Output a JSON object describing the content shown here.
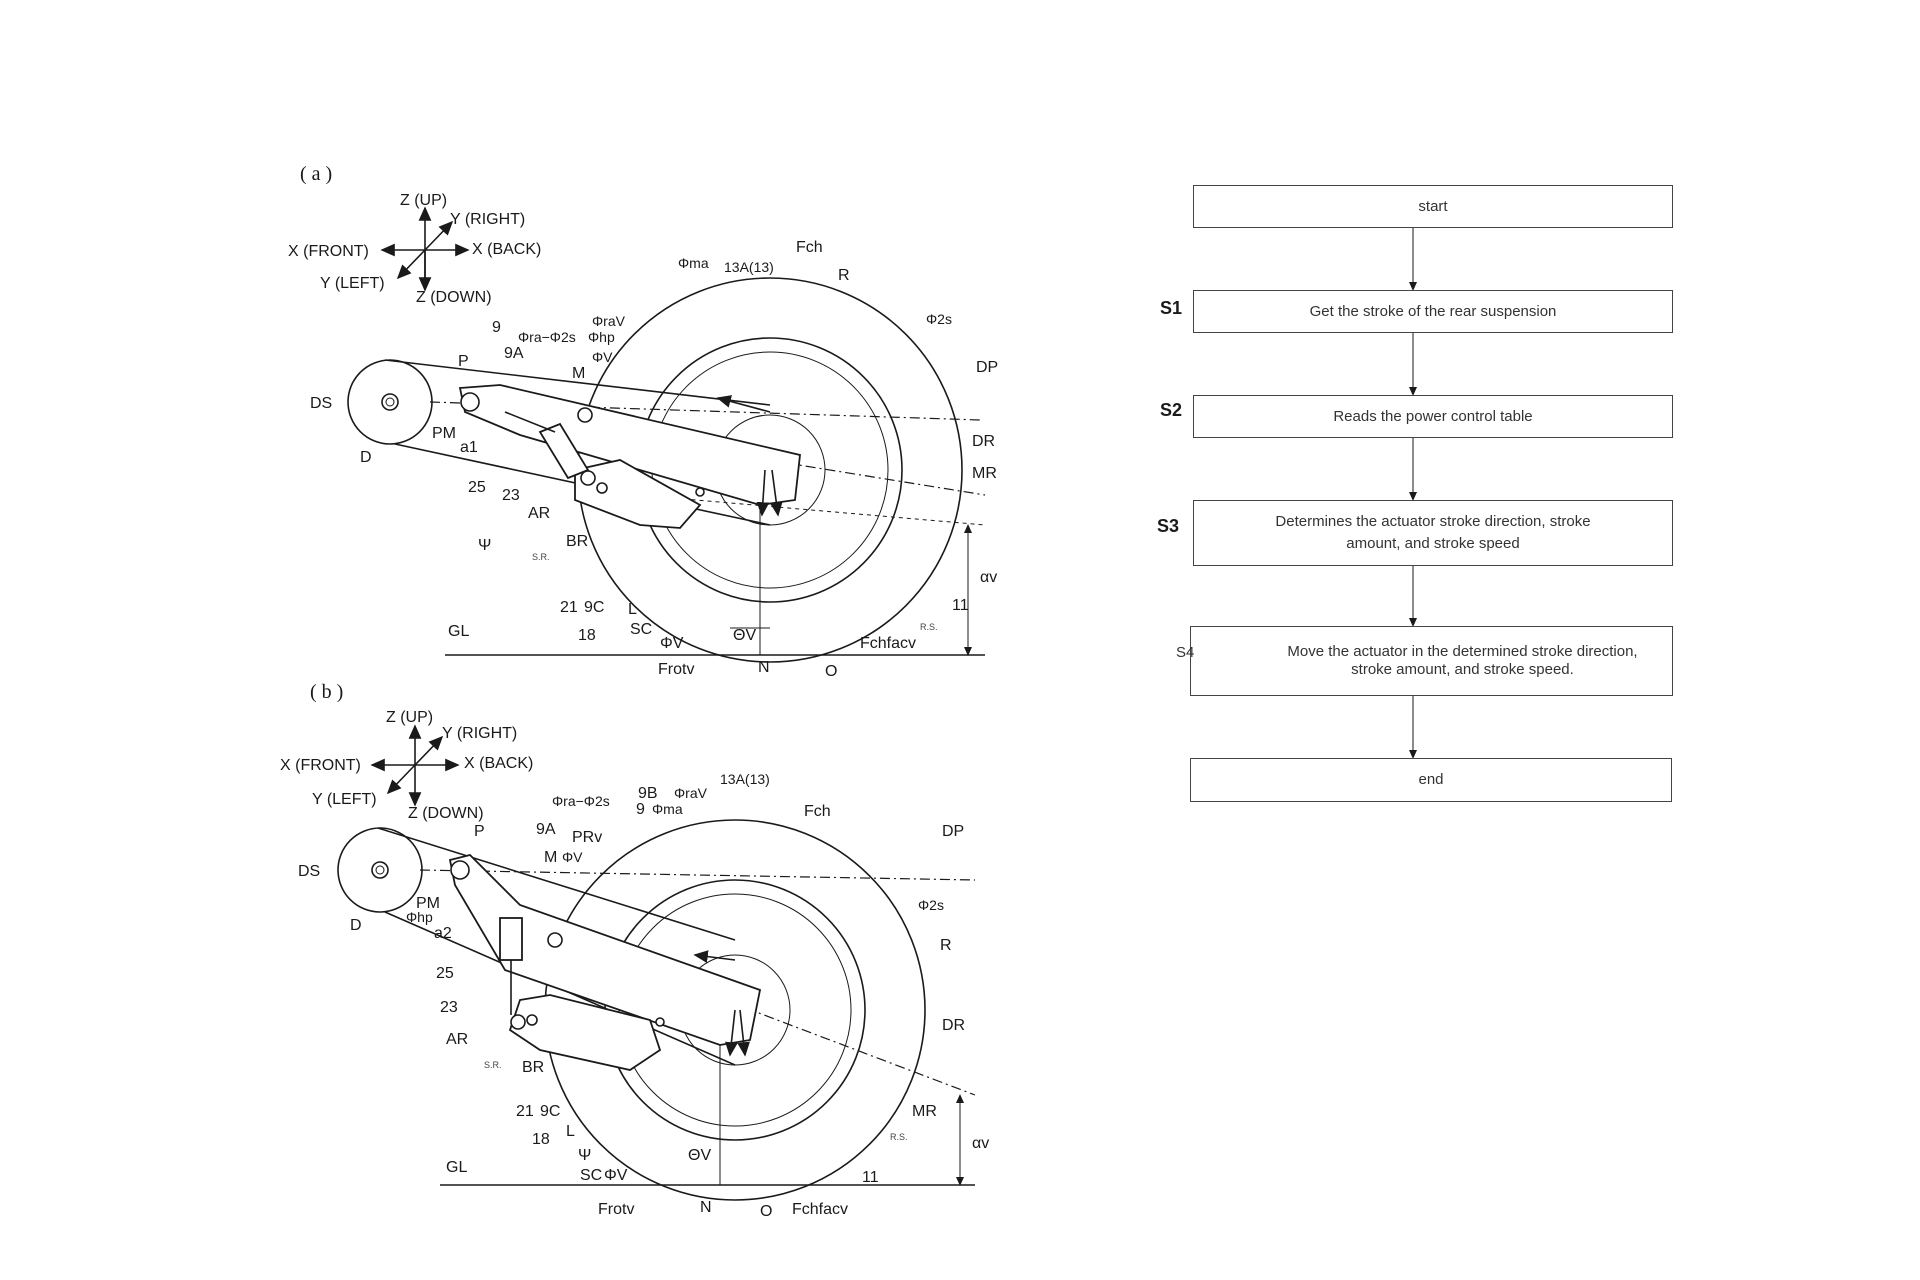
{
  "figure_a": {
    "caption": "( a )",
    "axes": {
      "up": "Z (UP)",
      "down": "Z (DOWN)",
      "front": "X (FRONT)",
      "back": "X (BACK)",
      "right": "Y (RIGHT)",
      "left": "Y (LEFT)"
    },
    "labels": {
      "ds": "DS",
      "d": "D",
      "p": "P",
      "pm": "PM",
      "a1": "a1",
      "n25": "25",
      "n23": "23",
      "ar": "AR",
      "psi": "Ψ",
      "sr": "S.R.",
      "br": "BR",
      "n9": "9",
      "n9a": "9A",
      "phi_ra_2s": "Φra−Φ2s",
      "phi_hp": "Φhp",
      "phi_rav": "ΦraV",
      "phi_v_top": "ΦV",
      "m": "M",
      "phi_ma": "Φma",
      "n13a": "13A(13)",
      "fch": "Fch",
      "r": "R",
      "phi_2s": "Φ2s",
      "dp": "DP",
      "dr": "DR",
      "mr": "MR",
      "alpha_v": "αv",
      "n11": "11",
      "rs": "R.S.",
      "fchfacv": "Fchfacv",
      "o": "O",
      "n": "N",
      "theta_v": "ΘV",
      "phi_v_bottom": "ΦV",
      "frotv": "Frotv",
      "sc": "SC",
      "l": "L",
      "n21": "21",
      "n9c": "9C",
      "n18": "18",
      "gl": "GL"
    }
  },
  "figure_b": {
    "caption": "( b )",
    "axes": {
      "up": "Z (UP)",
      "down": "Z (DOWN)",
      "front": "X (FRONT)",
      "back": "X (BACK)",
      "right": "Y (RIGHT)",
      "left": "Y (LEFT)"
    },
    "labels": {
      "ds": "DS",
      "d": "D",
      "p": "P",
      "pm": "PM",
      "phi_hp": "Φhp",
      "a2": "a2",
      "n25": "25",
      "n23": "23",
      "ar": "AR",
      "sr": "S.R.",
      "br": "BR",
      "n9a": "9A",
      "m": "M",
      "phi_v_top": "ΦV",
      "prv": "PRv",
      "phi_ra_2s": "Φra−Φ2s",
      "n9b": "9B",
      "n9": "9",
      "phi_ma": "Φma",
      "phi_rav": "ΦraV",
      "n13a": "13A(13)",
      "fch": "Fch",
      "dp": "DP",
      "phi_2s": "Φ2s",
      "r": "R",
      "dr": "DR",
      "mr": "MR",
      "rs": "R.S.",
      "alpha_v": "αv",
      "n11": "11",
      "fchfacv": "Fchfacv",
      "o": "O",
      "n": "N",
      "theta_v": "ΘV",
      "frotv": "Frotv",
      "sc": "SC",
      "phi_v_bottom": "ΦV",
      "psi": "Ψ",
      "l": "L",
      "n21": "21",
      "n9c": "9C",
      "n18": "18",
      "gl": "GL"
    }
  },
  "flowchart": {
    "start": "start",
    "s1_label": "S1",
    "s1_text": "Get the stroke of the rear suspension",
    "s2_label": "S2",
    "s2_text": "Reads the power control table",
    "s3_label": "S3",
    "s3_text": "Determines the actuator stroke direction, stroke amount, and stroke speed",
    "s4_label": "S4",
    "s4_text": "Move the actuator in the determined stroke direction, stroke amount, and stroke speed.",
    "end": "end"
  }
}
